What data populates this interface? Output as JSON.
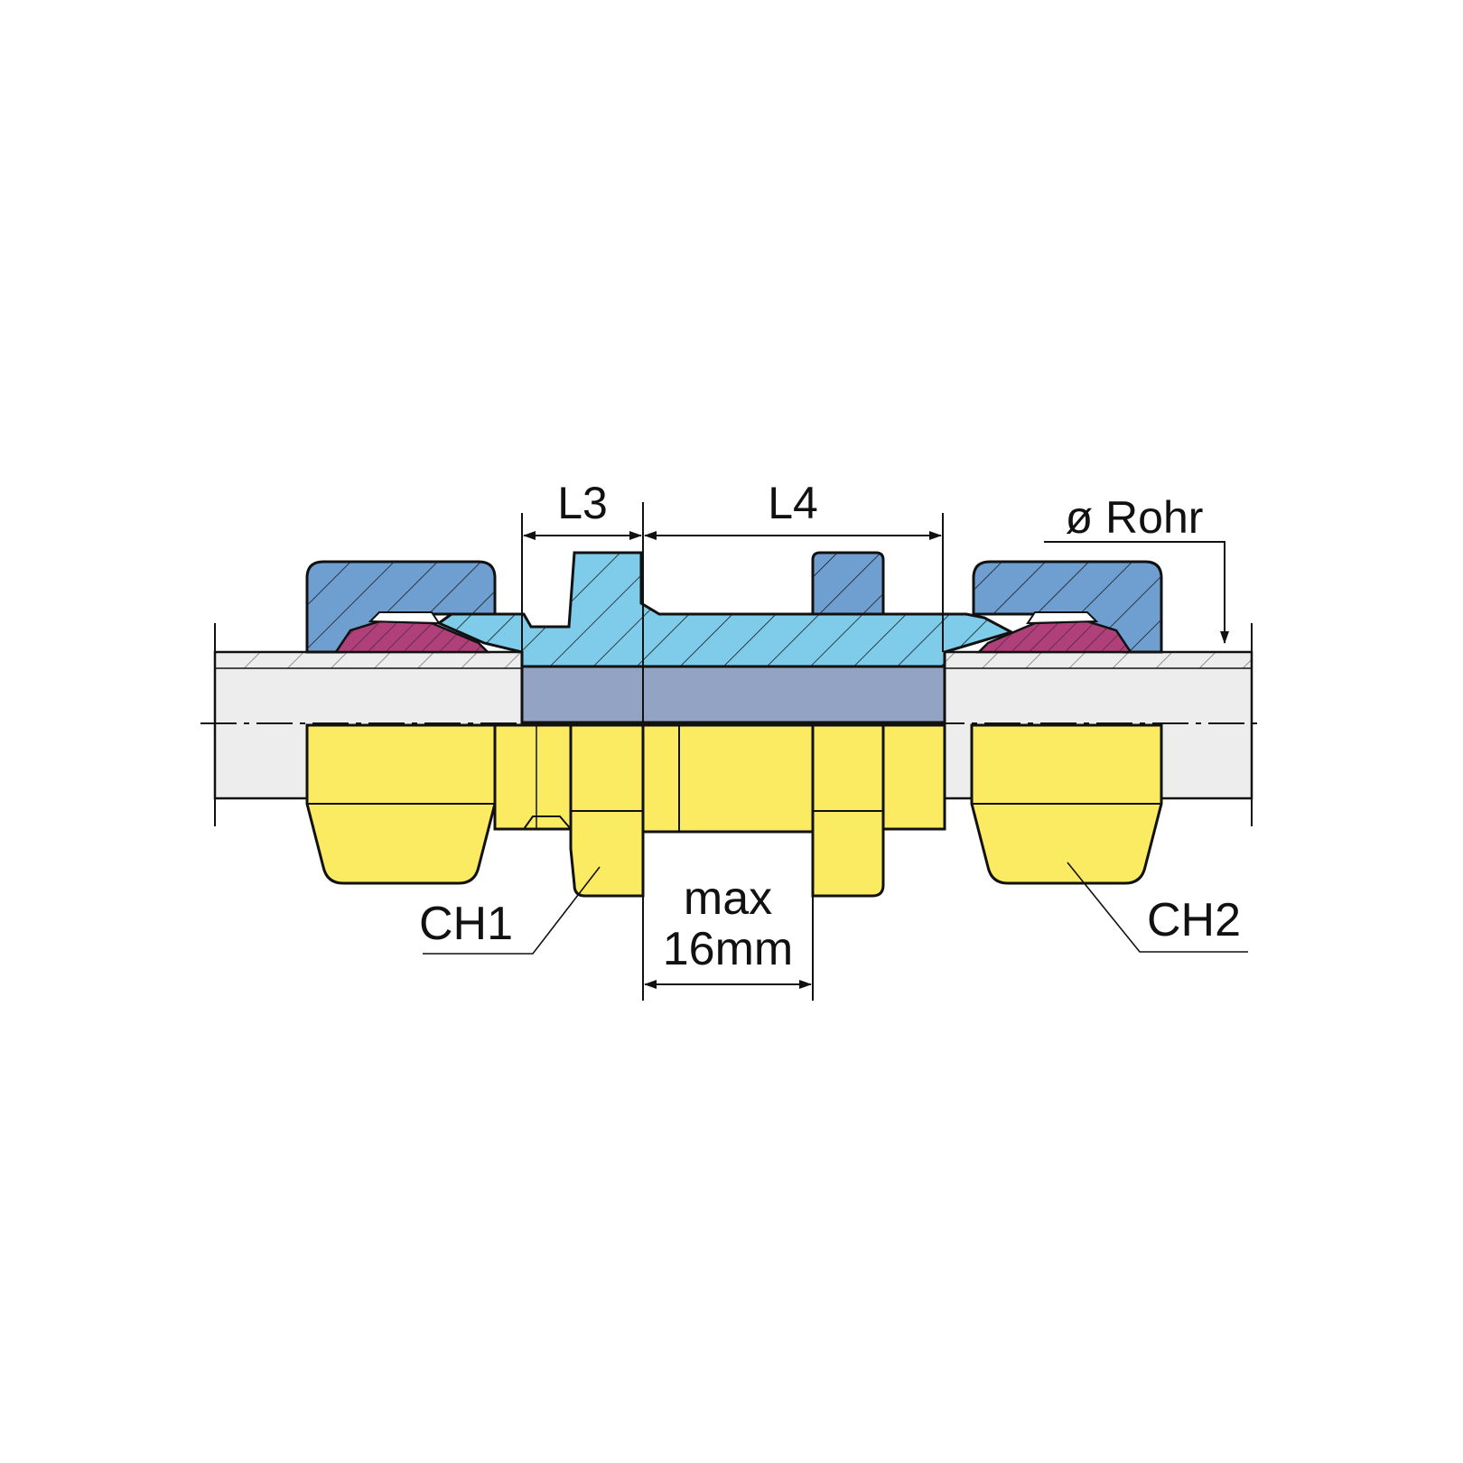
{
  "labels": {
    "l3": "L3",
    "l4": "L4",
    "tube_diameter": "ø Rohr",
    "ch1": "CH1",
    "ch2": "CH2",
    "panel_max_line1": "max",
    "panel_max_line2": "16mm"
  },
  "colors": {
    "section_light_blue": "#7ECBEA",
    "nut_blue": "#6E9FD0",
    "ring_magenta": "#B0407A",
    "bore_slate": "#93A3C4",
    "body_yellow": "#FBEB63",
    "tube_grey": "#EEEDEE",
    "line": "#111111"
  }
}
